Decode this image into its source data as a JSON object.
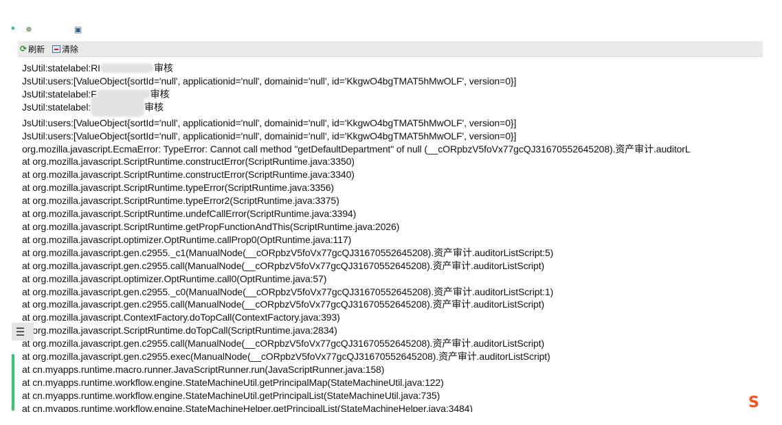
{
  "top_icons": [
    {
      "name": "bug-icon",
      "glyph": "✵"
    },
    {
      "name": "monitor-icon",
      "glyph": "▣"
    }
  ],
  "toolbar": {
    "refresh_label": "刷新",
    "refresh_icon": "refresh-icon",
    "clear_label": "清除",
    "clear_icon": "clear-icon"
  },
  "log": {
    "lines": [
      {
        "parts": [
          "JsUtil:statelabel:RI",
          "审核"
        ]
      },
      {
        "parts": [
          "JsUtil:users:[ValueObject{sortId='null', applicationid='null', domainid='null', id='KkgwO4bgTMAT5hMwOLF', version=0}]"
        ]
      },
      {
        "parts": [
          "JsUtil:statelabel:F",
          "审核"
        ]
      },
      {
        "parts": [
          "JsUtil:statelabel:",
          "审核"
        ]
      },
      {
        "parts": [
          "JsUtil:users:[ValueObject{sortId='null', applicationid='null', domainid='null', id='KkgwO4bgTMAT5hMwOLF', version=0}]"
        ]
      },
      {
        "parts": [
          "JsUtil:users:[ValueObject{sortId='null', applicationid='null', domainid='null', id='KkgwO4bgTMAT5hMwOLF', version=0}]"
        ]
      },
      {
        "parts": [
          "org.mozilla.javascript.EcmaError: TypeError: Cannot call method \"getDefaultDepartment\" of null (__cORpbzV5foVx77gcQJ31670552645208).资产审计.auditorL"
        ]
      },
      {
        "parts": [
          "at org.mozilla.javascript.ScriptRuntime.constructError(ScriptRuntime.java:3350)"
        ]
      },
      {
        "parts": [
          "at org.mozilla.javascript.ScriptRuntime.constructError(ScriptRuntime.java:3340)"
        ]
      },
      {
        "parts": [
          "at org.mozilla.javascript.ScriptRuntime.typeError(ScriptRuntime.java:3356)"
        ]
      },
      {
        "parts": [
          "at org.mozilla.javascript.ScriptRuntime.typeError2(ScriptRuntime.java:3375)"
        ]
      },
      {
        "parts": [
          "at org.mozilla.javascript.ScriptRuntime.undefCallError(ScriptRuntime.java:3394)"
        ]
      },
      {
        "parts": [
          "at org.mozilla.javascript.ScriptRuntime.getPropFunctionAndThis(ScriptRuntime.java:2026)"
        ]
      },
      {
        "parts": [
          "at org.mozilla.javascript.optimizer.OptRuntime.callProp0(OptRuntime.java:117)"
        ]
      },
      {
        "parts": [
          "at org.mozilla.javascript.gen.c2955._c1(ManualNode(__cORpbzV5foVx77gcQJ31670552645208).资产审计.auditorListScript:5)"
        ]
      },
      {
        "parts": [
          "at org.mozilla.javascript.gen.c2955.call(ManualNode(__cORpbzV5foVx77gcQJ31670552645208).资产审计.auditorListScript)"
        ]
      },
      {
        "parts": [
          "at org.mozilla.javascript.optimizer.OptRuntime.call0(OptRuntime.java:57)"
        ]
      },
      {
        "parts": [
          "at org.mozilla.javascript.gen.c2955._c0(ManualNode(__cORpbzV5foVx77gcQJ31670552645208).资产审计.auditorListScript:1)"
        ]
      },
      {
        "parts": [
          "at org.mozilla.javascript.gen.c2955.call(ManualNode(__cORpbzV5foVx77gcQJ31670552645208).资产审计.auditorListScript)"
        ]
      },
      {
        "parts": [
          "at org.mozilla.javascript.ContextFactory.doTopCall(ContextFactory.java:393)"
        ]
      },
      {
        "parts": [
          "at org.mozilla.javascript.ScriptRuntime.doTopCall(ScriptRuntime.java:2834)"
        ]
      },
      {
        "parts": [
          "at org.mozilla.javascript.gen.c2955.call(ManualNode(__cORpbzV5foVx77gcQJ31670552645208).资产审计.auditorListScript)"
        ]
      },
      {
        "parts": [
          "at org.mozilla.javascript.gen.c2955.exec(ManualNode(__cORpbzV5foVx77gcQJ31670552645208).资产审计.auditorListScript)"
        ]
      },
      {
        "parts": [
          "at cn.myapps.runtime.macro.runner.JavaScriptRunner.run(JavaScriptRunner.java:158)"
        ]
      },
      {
        "parts": [
          "at cn.myapps.runtime.workflow.engine.StateMachineUtil.getPrincipalMap(StateMachineUtil.java:122)"
        ]
      },
      {
        "parts": [
          "at cn.myapps.runtime.workflow.engine.StateMachineUtil.getPrincipalList(StateMachineUtil.java:735)"
        ]
      },
      {
        "parts": [
          "at cn.myapps.runtime.workflow.engine.StateMachineHelper.getPrincipalList(StateMachineHelper.java:3484)"
        ]
      }
    ]
  },
  "floating_menu_icon": "menu-icon",
  "ime_logo": {
    "name": "sogou-logo-icon",
    "glyph": "S",
    "color": "#ff4f1a"
  }
}
